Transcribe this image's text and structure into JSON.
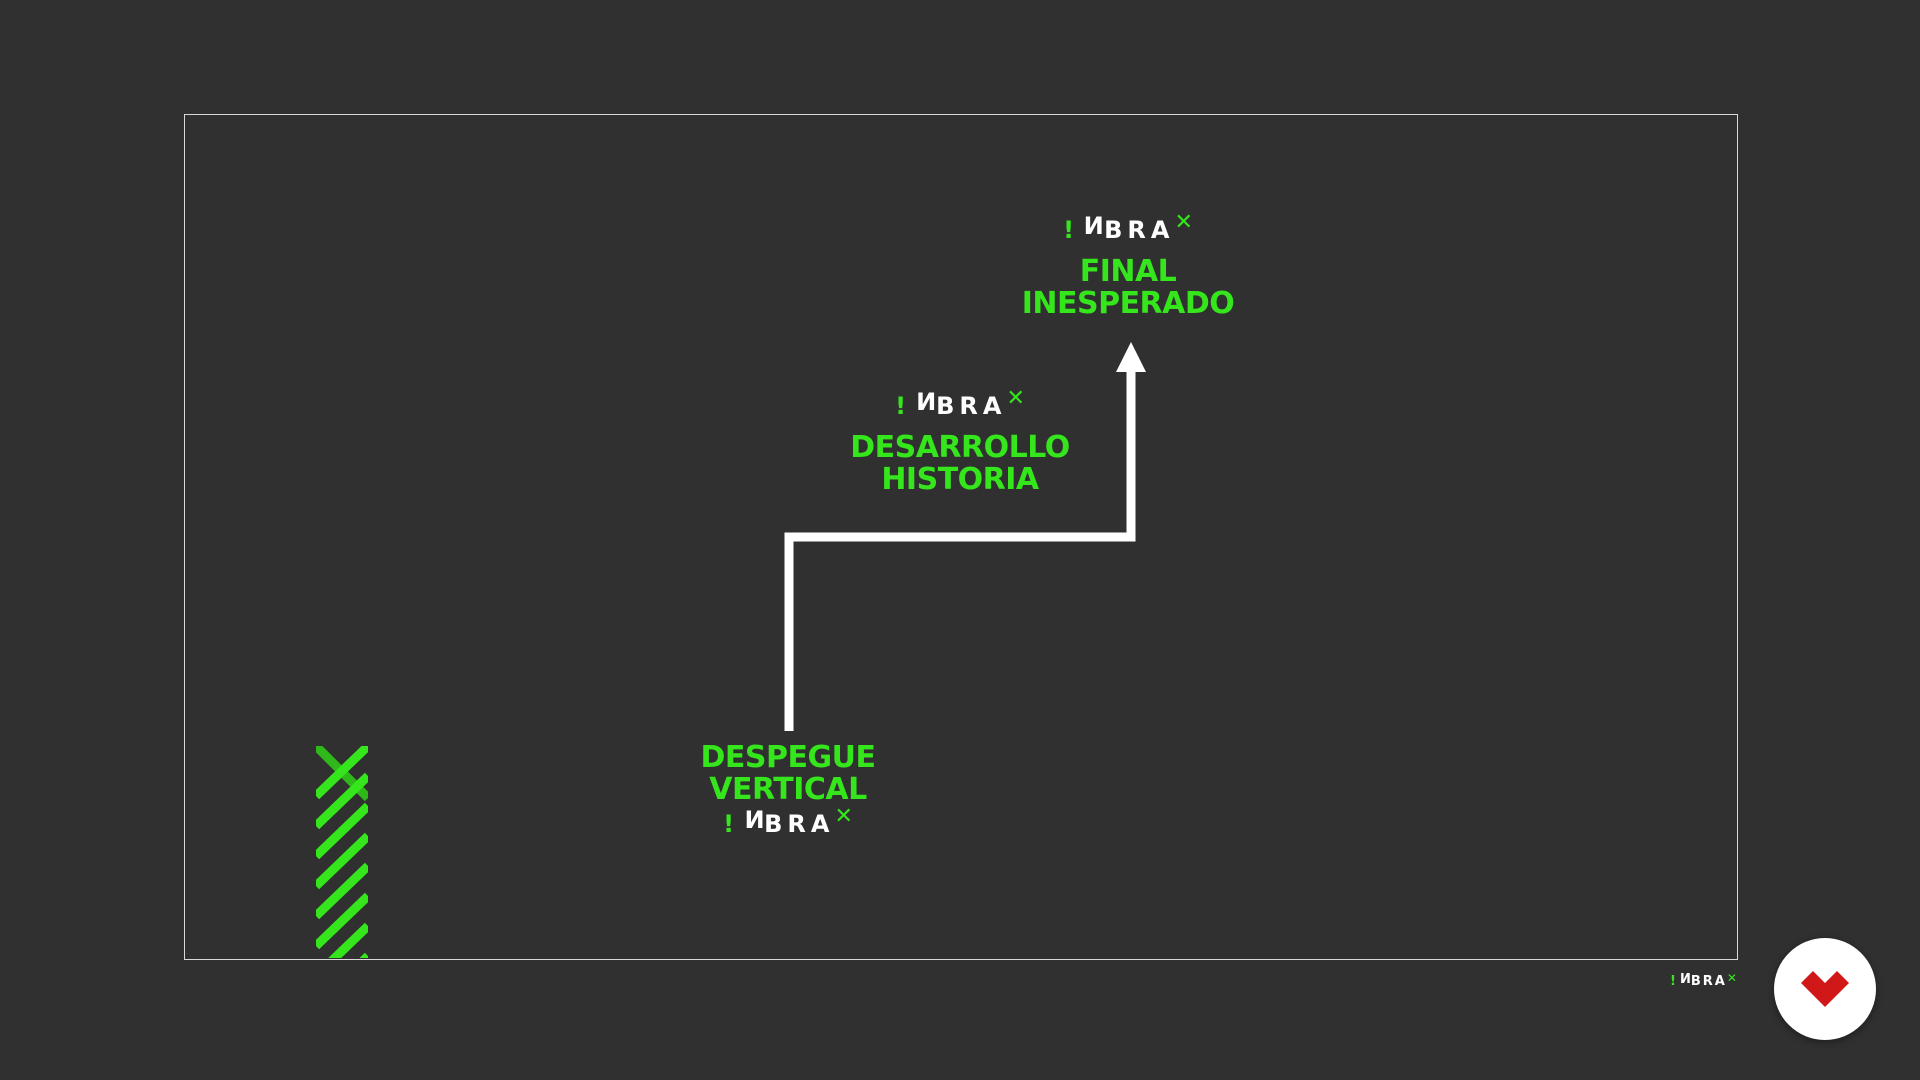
{
  "colors": {
    "background": "#303030",
    "accent_green": "#35e61c",
    "frame_border": "#d9d9d9",
    "arrow": "#ffffff",
    "help_icon": "#d01818"
  },
  "logo": {
    "bang": "!",
    "n": "N",
    "rest": "BRA",
    "x": "✕"
  },
  "stages": {
    "final": {
      "line1": "FINAL",
      "line2": "INESPERADO"
    },
    "development": {
      "line1": "DESARROLLO",
      "line2": "HISTORIA"
    },
    "start": {
      "line1": "DESPEGUE",
      "line2": "VERTICAL"
    }
  },
  "icons": {
    "help_button": "heart-chevron-icon",
    "decor": "green-diagonal-stripes"
  }
}
